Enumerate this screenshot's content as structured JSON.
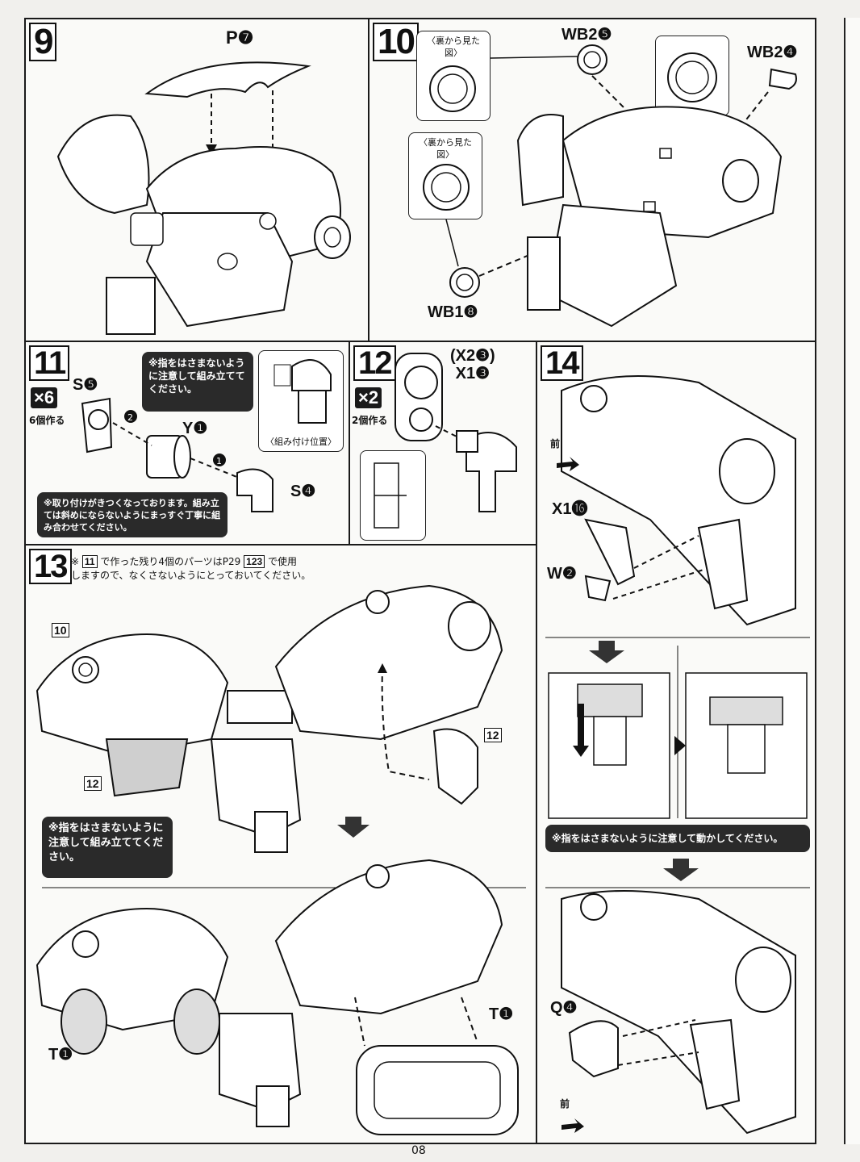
{
  "page_number": "08",
  "steps": {
    "s9": {
      "number": "9",
      "part": "P❼"
    },
    "s10": {
      "number": "10",
      "back_view_label": "〈裏から見た図〉",
      "part_wb2_5": "WB2❺",
      "part_wb2_4": "WB2❹",
      "part_wb1_8": "WB1❽"
    },
    "s11": {
      "number": "11",
      "multiplier": "×6",
      "make_count": "6個作る",
      "part_s5": "S❺",
      "part_y1": "Y❶",
      "part_s4": "S❹",
      "caution": "※指をはさまないように注意して組み立ててください。",
      "position_label": "〈組み付け位置〉",
      "note": "※取り付けがきつくなっております。組み立ては斜めにならないようにまっすぐ丁寧に組み合わせてください。"
    },
    "s12": {
      "number": "12",
      "multiplier": "×2",
      "make_count": "2個作る",
      "parts": "(X2❸)\nX1❸"
    },
    "s13": {
      "number": "13",
      "note_line1": "で作った残り4個のパーツはP29",
      "note_line2": "しますので、なくさないようにとっておいてください。",
      "note_prefix": "※",
      "ref_11": "11",
      "ref_123": "123",
      "note_use": "で使用",
      "ref_10": "10",
      "ref_12a": "12",
      "ref_12b": "12",
      "caution": "※指をはさまないように注意して組み立ててください。",
      "part_t1a": "T❶",
      "part_t1b": "T❶"
    },
    "s14": {
      "number": "14",
      "front": "前",
      "front2": "前",
      "part_x1_16": "X1⓰",
      "part_w2": "W❷",
      "part_q4": "Q❹",
      "caution": "※指をはさまないように注意して動かしてください。"
    }
  }
}
